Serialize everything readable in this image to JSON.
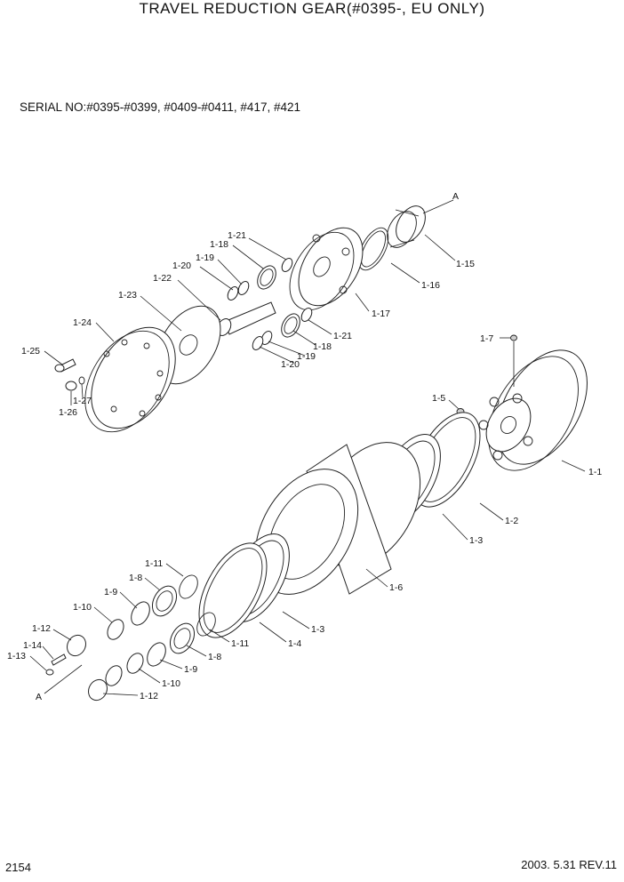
{
  "header": {
    "title": "TRAVEL REDUCTION GEAR(#0395-, EU ONLY)",
    "serial": "SERIAL NO:#0395-#0399, #0409-#0411, #417, #421"
  },
  "footer": {
    "page_number": "2154",
    "date_revision": "2003. 5.31  REV.11"
  },
  "callouts": {
    "A_top": "A",
    "A_bottom": "A",
    "p1_1": "1-1",
    "p1_2": "1-2",
    "p1_3a": "1-3",
    "p1_3b": "1-3",
    "p1_4": "1-4",
    "p1_5": "1-5",
    "p1_6": "1-6",
    "p1_7": "1-7",
    "p1_8a": "1-8",
    "p1_8b": "1-8",
    "p1_9a": "1-9",
    "p1_9b": "1-9",
    "p1_10a": "1-10",
    "p1_10b": "1-10",
    "p1_11a": "1-11",
    "p1_11b": "1-11",
    "p1_12a": "1-12",
    "p1_12b": "1-12",
    "p1_13": "1-13",
    "p1_14": "1-14",
    "p1_15": "1-15",
    "p1_16": "1-16",
    "p1_17": "1-17",
    "p1_18a": "1-18",
    "p1_18b": "1-18",
    "p1_19a": "1-19",
    "p1_19b": "1-19",
    "p1_20a": "1-20",
    "p1_20b": "1-20",
    "p1_21a": "1-21",
    "p1_21b": "1-21",
    "p1_22": "1-22",
    "p1_23": "1-23",
    "p1_24": "1-24",
    "p1_25": "1-25",
    "p1_26": "1-26",
    "p1_27": "1-27"
  }
}
